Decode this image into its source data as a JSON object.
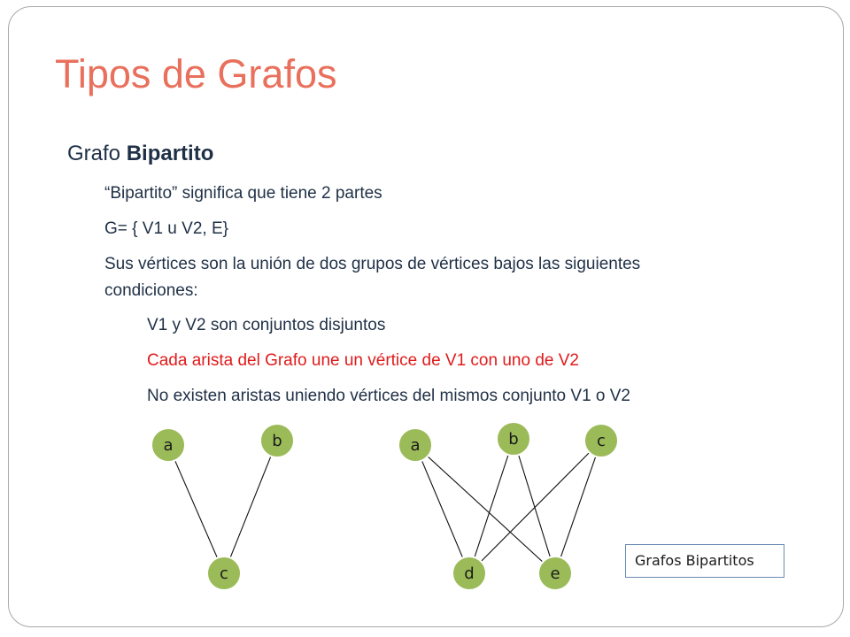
{
  "slide": {
    "title": "Tipos de Grafos",
    "bullet_symbol": "",
    "heading": {
      "prefix": "Grafo ",
      "bold": "Bipartito"
    },
    "points": [
      "“Bipartito” significa que tiene 2 partes",
      "G= { V1 u V2,  E}",
      "Sus vértices son la unión de dos grupos de vértices bajos las siguientes",
      "condiciones:"
    ],
    "conditions": [
      "V1 y V2 son conjuntos disjuntos",
      "Cada arista del Grafo une un vértice de V1 con uno de V2",
      "No existen aristas uniendo vértices del mismos conjunto V1 o V2"
    ],
    "caption": "Grafos Bipartitos"
  },
  "graphs": [
    {
      "nodes": [
        "a",
        "b",
        "c"
      ],
      "edges": [
        [
          "a",
          "c"
        ],
        [
          "b",
          "c"
        ]
      ]
    },
    {
      "nodes": [
        "a",
        "b",
        "c",
        "d",
        "e"
      ],
      "edges": [
        [
          "a",
          "d"
        ],
        [
          "a",
          "e"
        ],
        [
          "b",
          "d"
        ],
        [
          "b",
          "e"
        ],
        [
          "c",
          "d"
        ],
        [
          "c",
          "e"
        ]
      ]
    }
  ],
  "colors": {
    "title": "#e8705c",
    "text": "#1f3046",
    "highlight": "#e01b1b",
    "node_fill": "#9bbb59",
    "node_stroke": "#ffffff",
    "caption_border": "#6a8bb3"
  }
}
